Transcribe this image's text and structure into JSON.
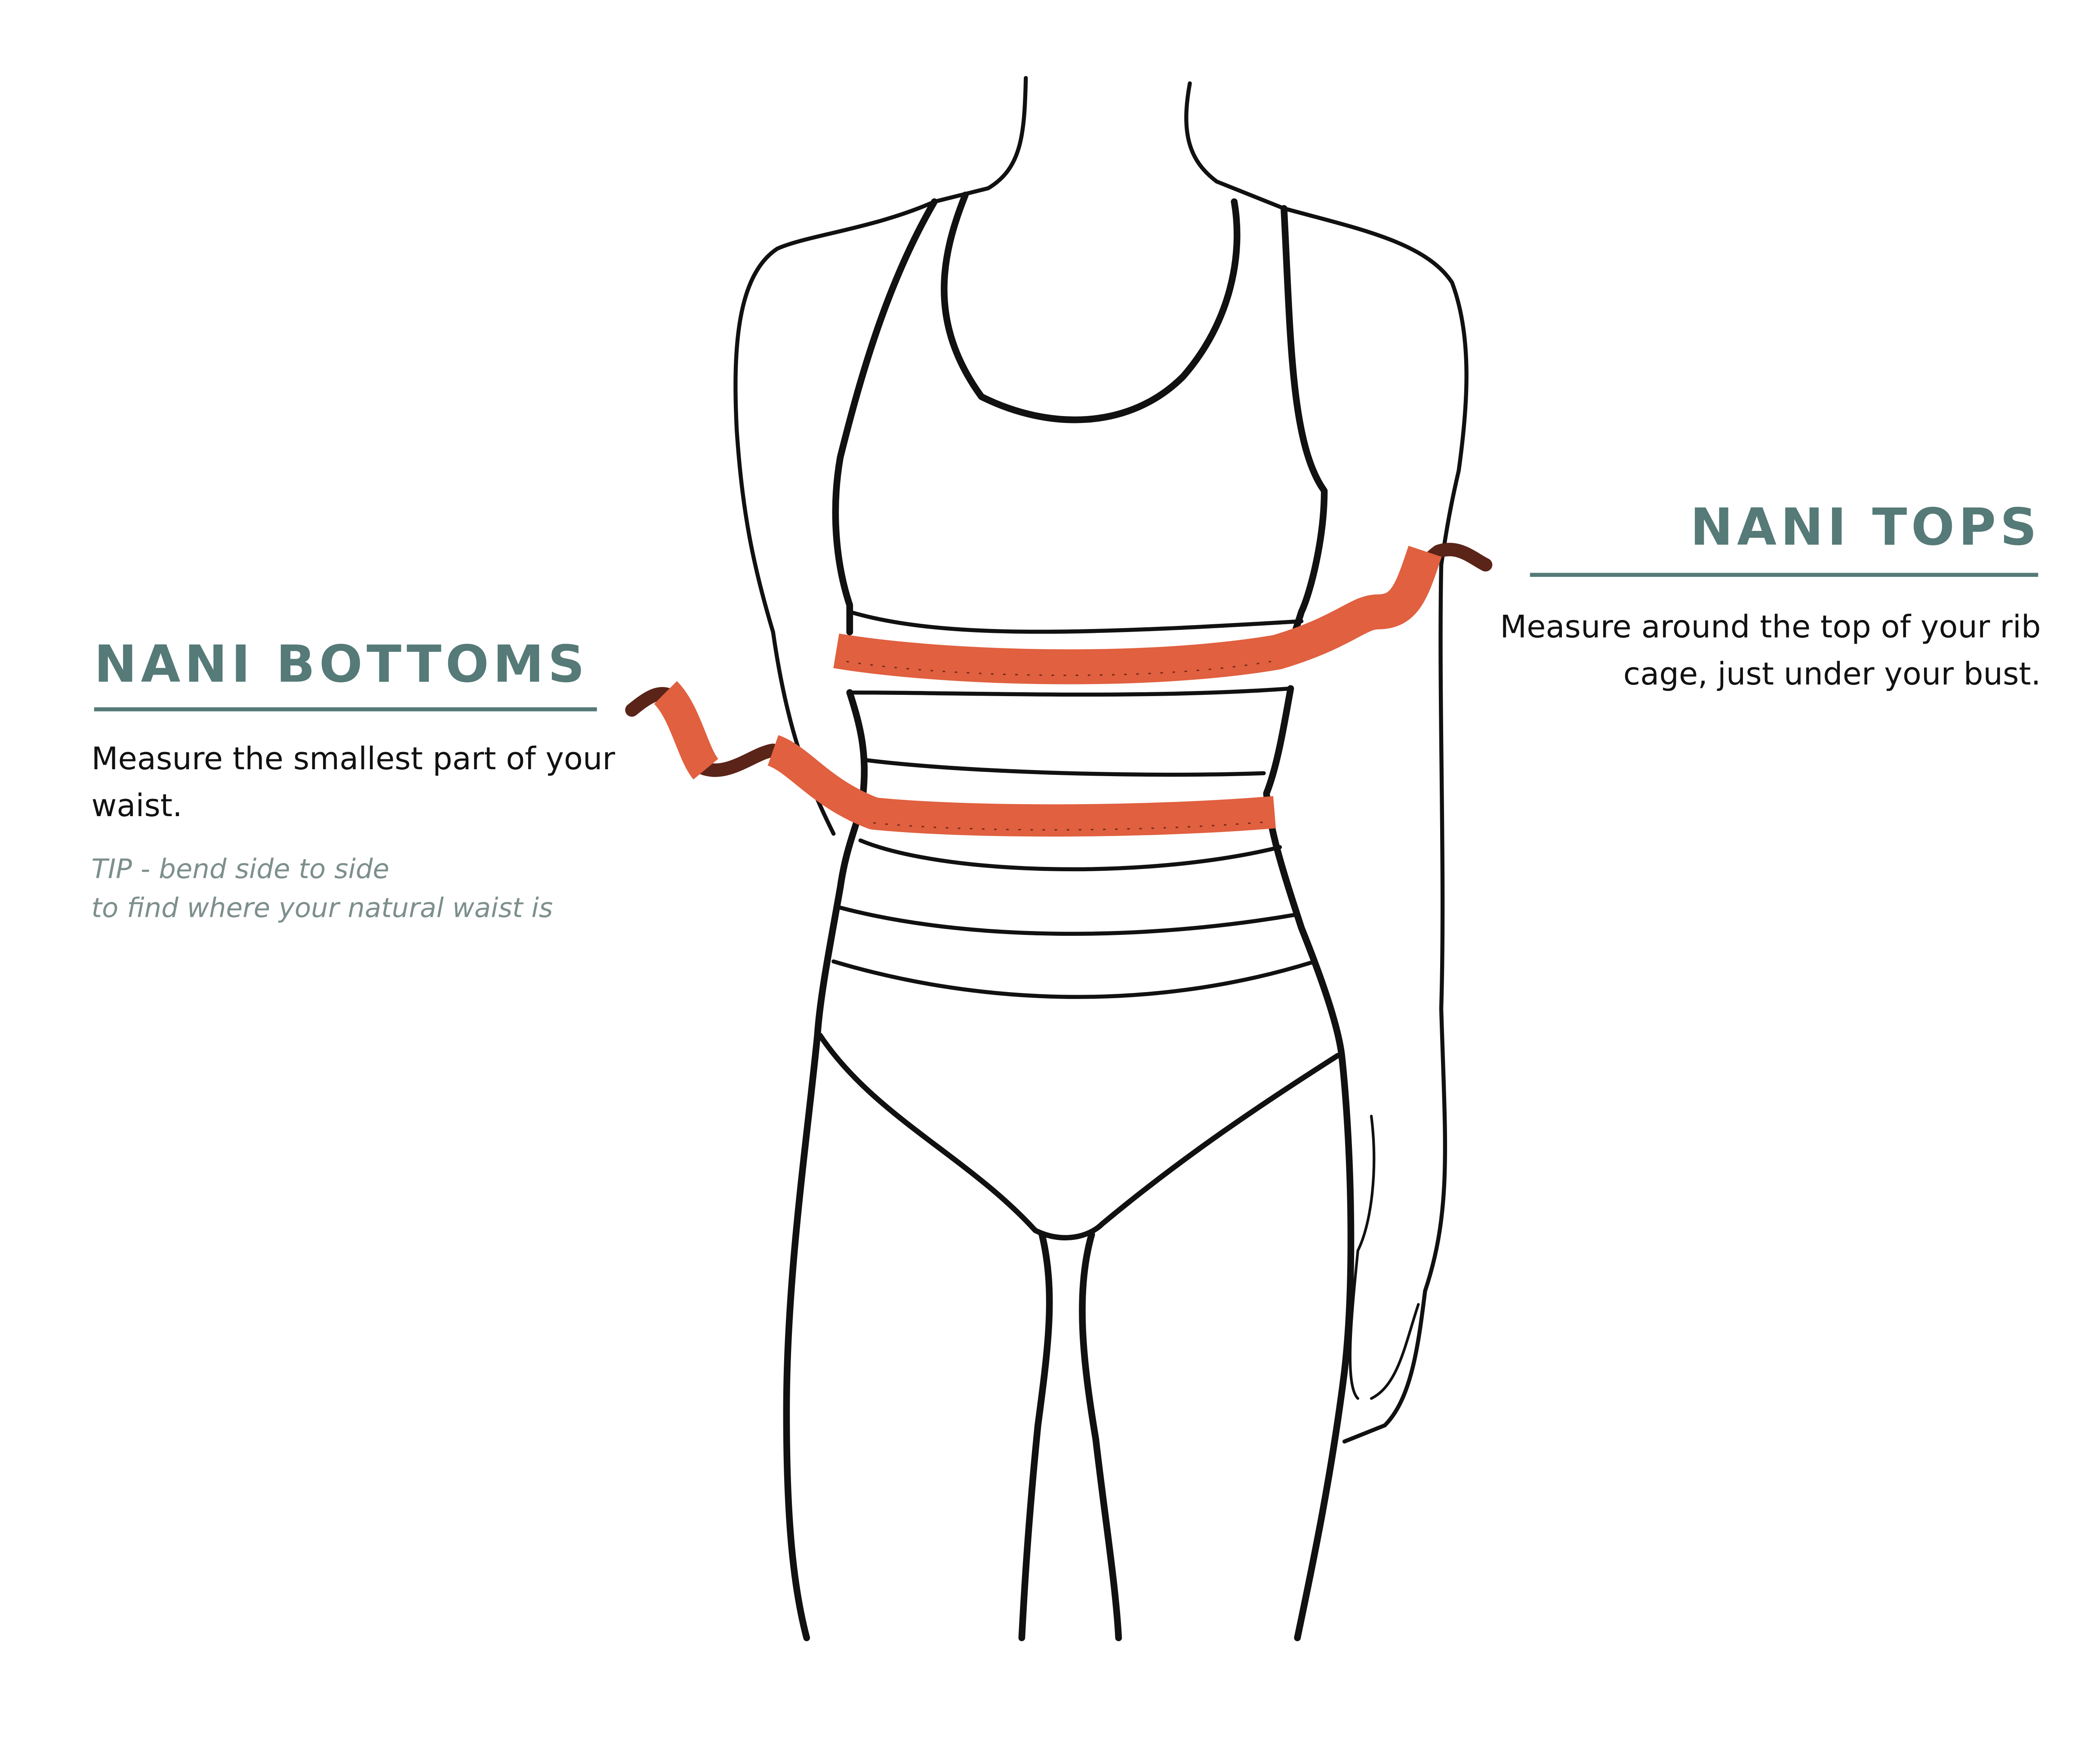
{
  "bottoms": {
    "title": "NANI BOTTOMS",
    "description": "Measure the smallest part of your waist.",
    "tip_line1": "TIP - bend side to side",
    "tip_line2": "to find where your natural waist is"
  },
  "tops": {
    "title": "NANI TOPS",
    "description": "Measure around the top of your rib cage, just under your bust."
  },
  "colors": {
    "accent": "#557a78",
    "tape": "#e0603f",
    "tape_dark": "#5a2418",
    "line": "#111111"
  }
}
